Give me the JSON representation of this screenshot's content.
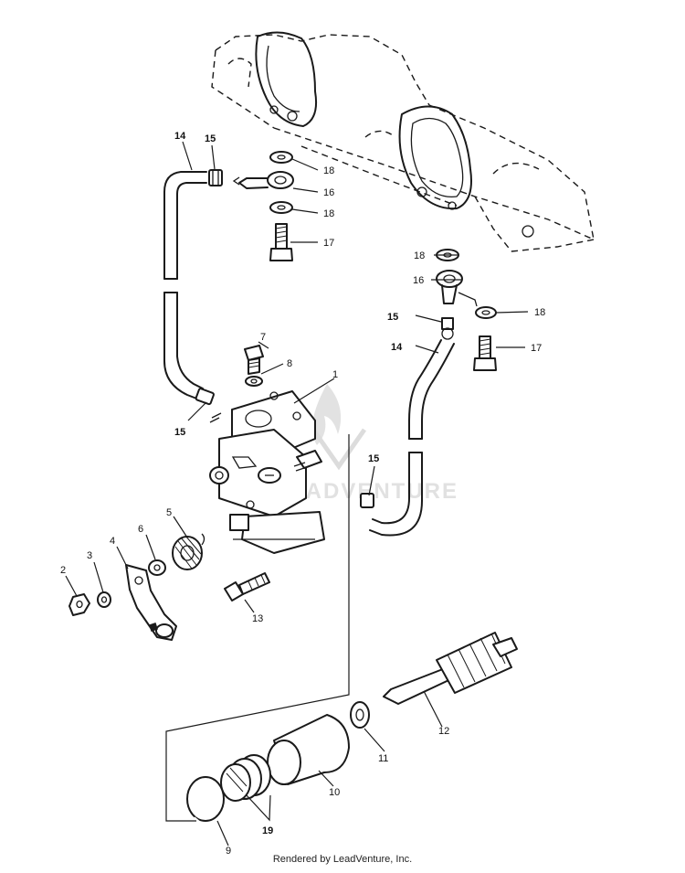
{
  "watermark": "LEADVENTURE",
  "footer": {
    "credit": "Rendered by LeadVenture, Inc."
  },
  "callouts": {
    "c1": "1",
    "c2": "2",
    "c3": "3",
    "c4": "4",
    "c5": "5",
    "c6": "6",
    "c7": "7",
    "c8": "8",
    "c9": "9",
    "c10": "10",
    "c11": "11",
    "c12": "12",
    "c13": "13",
    "c14a": "14",
    "c14b": "14",
    "c15a": "15",
    "c15b": "15",
    "c15c": "15",
    "c15d": "15",
    "c16a": "16",
    "c16b": "16",
    "c17a": "17",
    "c17b": "17",
    "c18a": "18",
    "c18b": "18",
    "c18c": "18",
    "c18d": "18",
    "c19": "19"
  }
}
